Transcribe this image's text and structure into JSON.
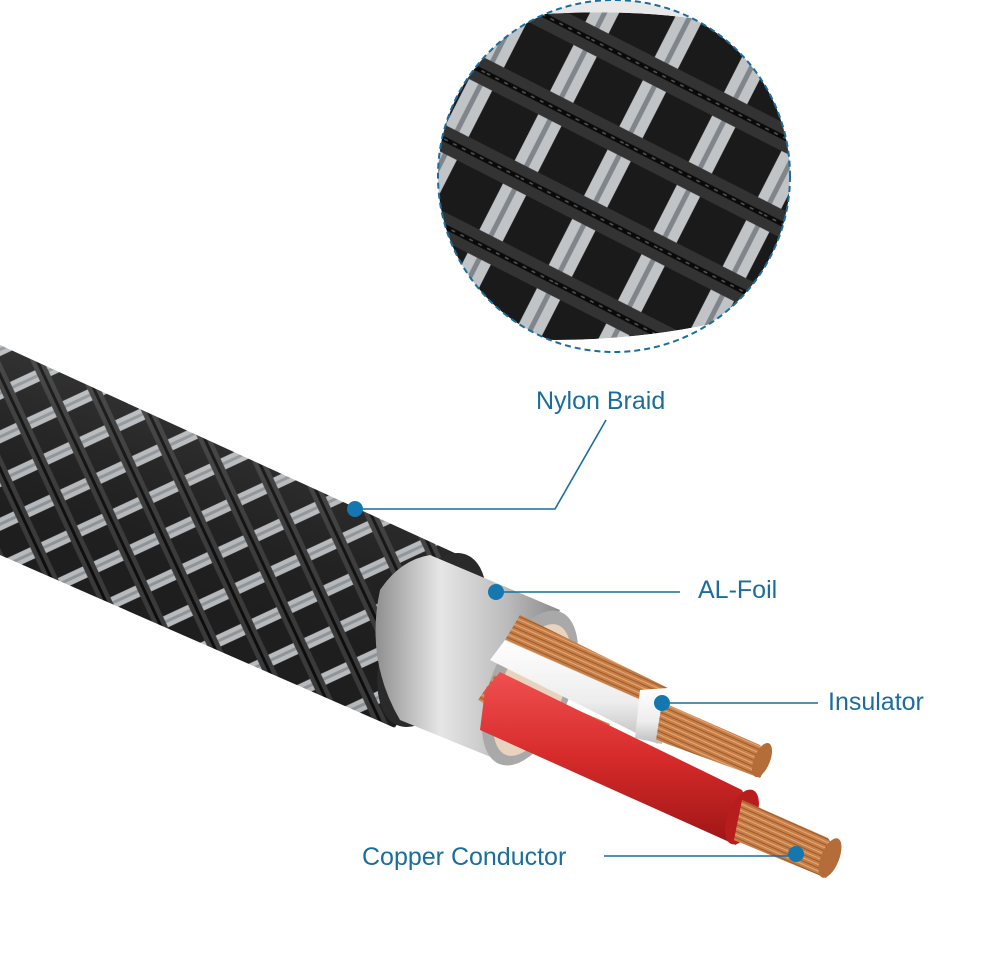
{
  "labels": {
    "nylon_braid": "Nylon Braid",
    "al_foil": "AL-Foil",
    "insulator": "Insulator",
    "copper_conductor": "Copper Conductor"
  },
  "colors": {
    "accent": "#1a6d9c",
    "callout_dot": "#1577b0",
    "label_text": "#1a6d9c",
    "braid_dark": "#1b1b1b",
    "braid_silver": "#c9cdd1",
    "foil": "#c4c4c4",
    "copper": "#c8814a",
    "red_insulation": "#d62a2a",
    "white_insulation": "#f2f2f2"
  }
}
